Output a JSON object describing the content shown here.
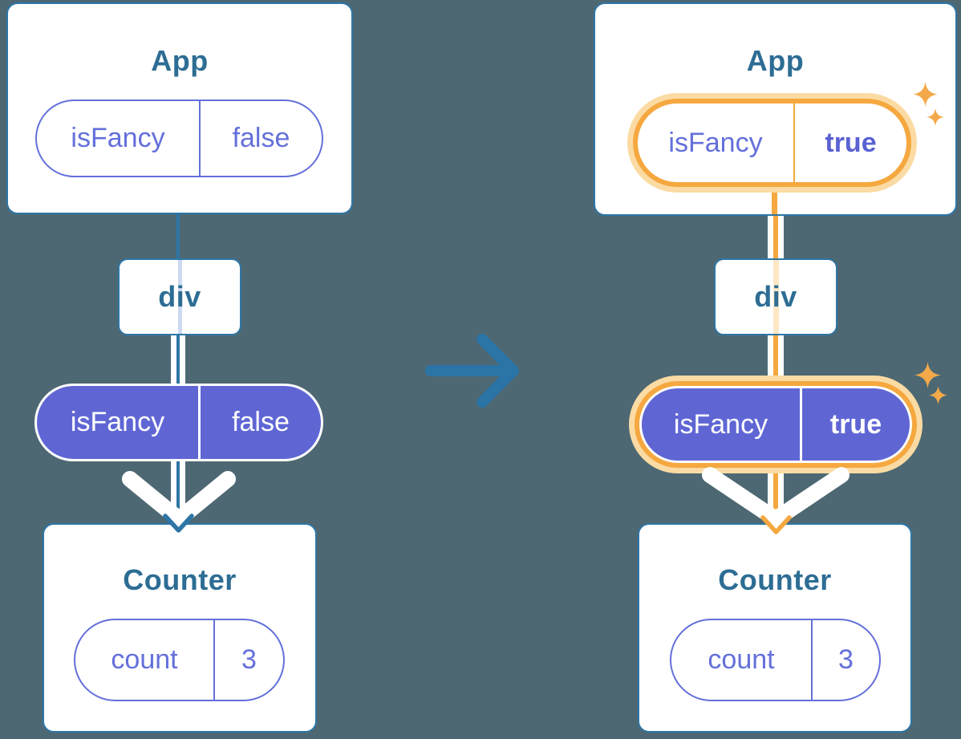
{
  "background": "#4d6873",
  "colors": {
    "card_border": "#2e76a6",
    "title_text": "#2d6d94",
    "purple_outline": "#6470da",
    "purple_fill": "#5f66d4",
    "teal_line": "#2e76a6",
    "lavender_pass_line": "#ccd9f1",
    "orange": "#f5a83f",
    "orange_light": "#fbdba3",
    "orange_pale_pass_line": "#fde7c5",
    "sparkle": "#f3a94a",
    "transition_arrow": "#2b74a6"
  },
  "before_tree": {
    "app": {
      "title": "App",
      "state_name": "isFancy",
      "state_value": "false"
    },
    "div_node": {
      "title": "div"
    },
    "prop": {
      "name": "isFancy",
      "value": "false"
    },
    "counter": {
      "title": "Counter",
      "state_name": "count",
      "state_value": "3"
    }
  },
  "after_tree": {
    "app": {
      "title": "App",
      "state_name": "isFancy",
      "state_value": "true"
    },
    "div_node": {
      "title": "div"
    },
    "prop": {
      "name": "isFancy",
      "value": "true"
    },
    "counter": {
      "title": "Counter",
      "state_name": "count",
      "state_value": "3"
    }
  }
}
